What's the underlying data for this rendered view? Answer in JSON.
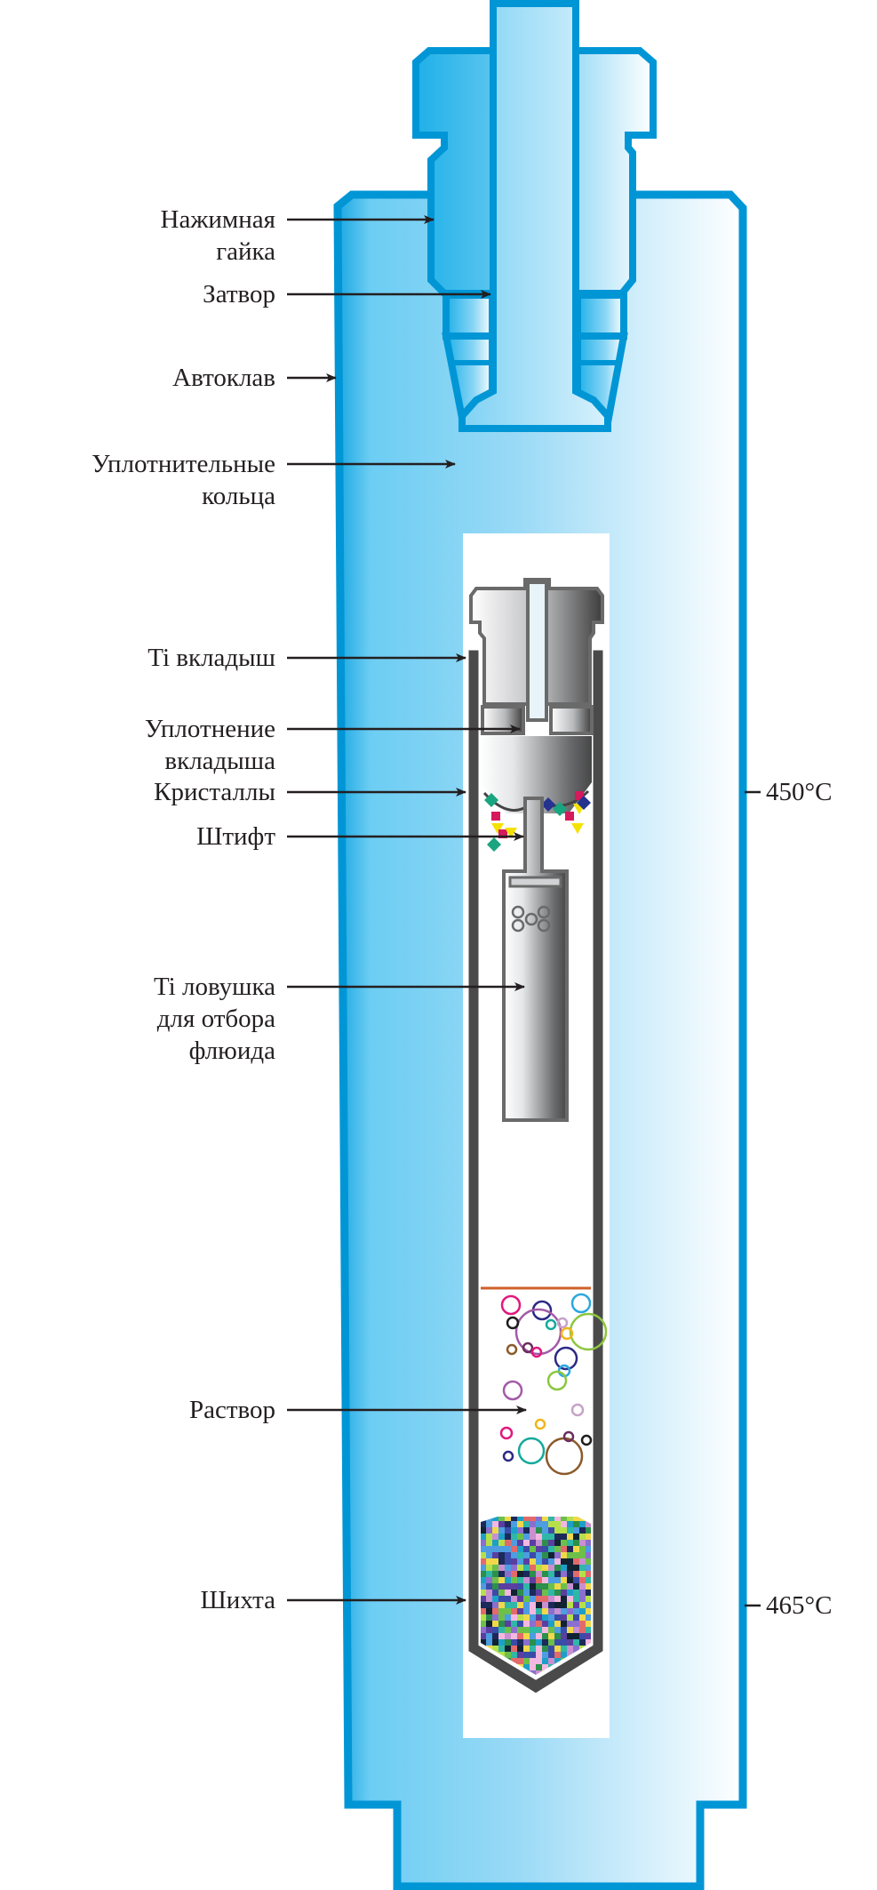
{
  "labels": {
    "press_nut": [
      "Нажимная",
      "гайка"
    ],
    "closure": "Затвор",
    "autoclave": "Автоклав",
    "sealing_rings": [
      "Уплотнительные",
      "кольца"
    ],
    "ti_liner": "Ti вкладыш",
    "liner_seal": [
      "Уплотнение",
      "вкладыша"
    ],
    "crystals": "Кристаллы",
    "pin": "Штифт",
    "ti_trap": [
      "Ti ловушка",
      "для отбора",
      "флюида"
    ],
    "solution": "Раствор",
    "charge": "Шихта"
  },
  "temperatures": {
    "top": "450°C",
    "bottom": "465°C"
  },
  "colors": {
    "autoclave_outline": "#0096d6",
    "autoclave_fill": "#5cc6f0",
    "liner": "#4a4a4a",
    "solution_level": "#d0602a"
  }
}
